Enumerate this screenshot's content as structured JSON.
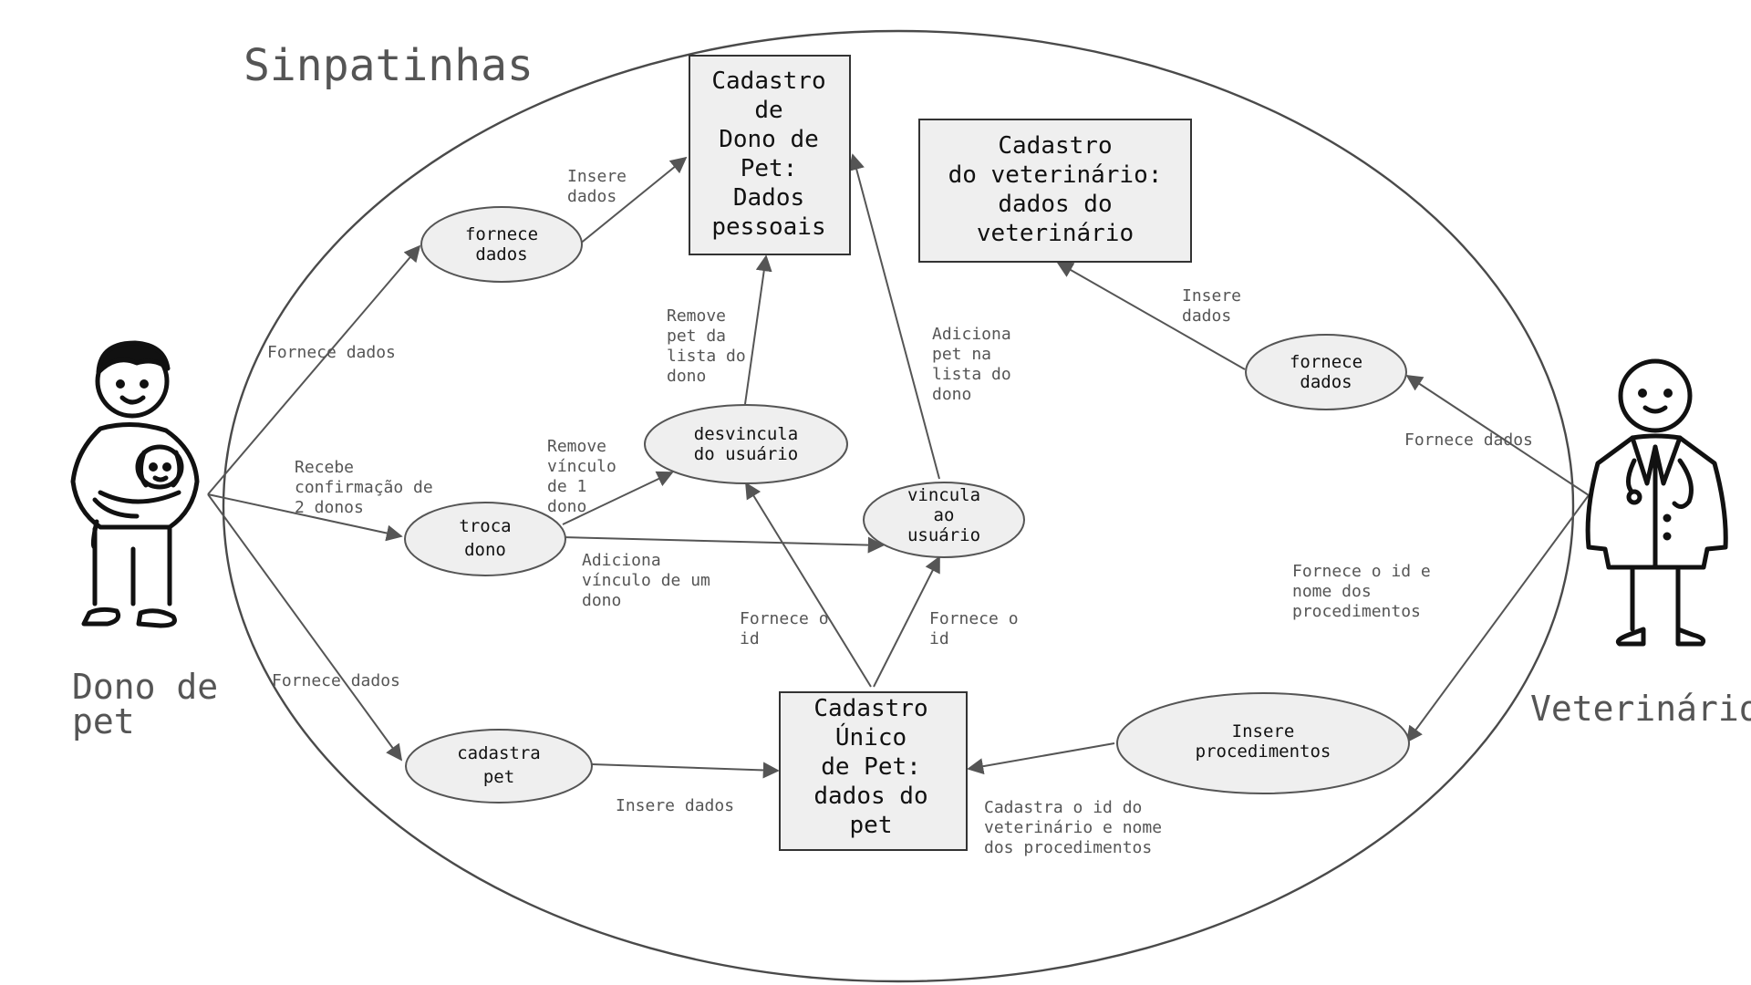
{
  "title": "Sinpatinhas",
  "actors": {
    "owner": [
      "Dono de",
      "pet"
    ],
    "vet": [
      "Veterinário"
    ]
  },
  "stores": {
    "owner_reg": [
      "Cadastro",
      "de",
      "Dono de",
      "Pet:",
      "Dados",
      "pessoais"
    ],
    "vet_reg": [
      "Cadastro",
      "do veterinário:",
      "dados do",
      "veterinário"
    ],
    "pet_reg": [
      "Cadastro",
      "Único",
      "de Pet:",
      "dados do",
      "pet"
    ]
  },
  "processes": {
    "owner_provides": [
      "fornece",
      "dados"
    ],
    "vet_provides": [
      "fornece",
      "dados"
    ],
    "unlink": [
      "desvincula",
      "do usuário"
    ],
    "link": [
      "vincula",
      "ao",
      "usuário"
    ],
    "change_owner": [
      "troca",
      "dono"
    ],
    "register_pet": [
      "cadastra",
      "pet"
    ],
    "insert_procs": [
      "Insere",
      "procedimentos"
    ]
  },
  "labels": {
    "insere_owner": [
      "Insere",
      "dados"
    ],
    "fornece_top": [
      "Fornece dados"
    ],
    "remove_pet": [
      "Remove",
      "pet da",
      "lista do",
      "dono"
    ],
    "adiciona_pet": [
      "Adiciona",
      "pet na",
      "lista do",
      "dono"
    ],
    "insere_vet": [
      "Insere",
      "dados"
    ],
    "fornece_vet": [
      "Fornece dados"
    ],
    "recebe": [
      "Recebe",
      "confirmação de",
      "2 donos"
    ],
    "remove_vinculo": [
      "Remove",
      "vínculo",
      "de 1",
      "dono"
    ],
    "adiciona_vinculo": [
      "Adiciona",
      "vínculo de um",
      "dono"
    ],
    "fornece_id_left": [
      "Fornece o",
      "id"
    ],
    "fornece_id_right": [
      "Fornece o",
      "id"
    ],
    "fornece_id_nome": [
      "Fornece o id e",
      "nome dos",
      "procedimentos"
    ],
    "fornece_bottom": [
      "Fornece dados"
    ],
    "insere_bottom": [
      "Insere dados"
    ],
    "cadastra_id": [
      "Cadastra o id do",
      "veterinário e nome",
      "dos procedimentos"
    ]
  }
}
